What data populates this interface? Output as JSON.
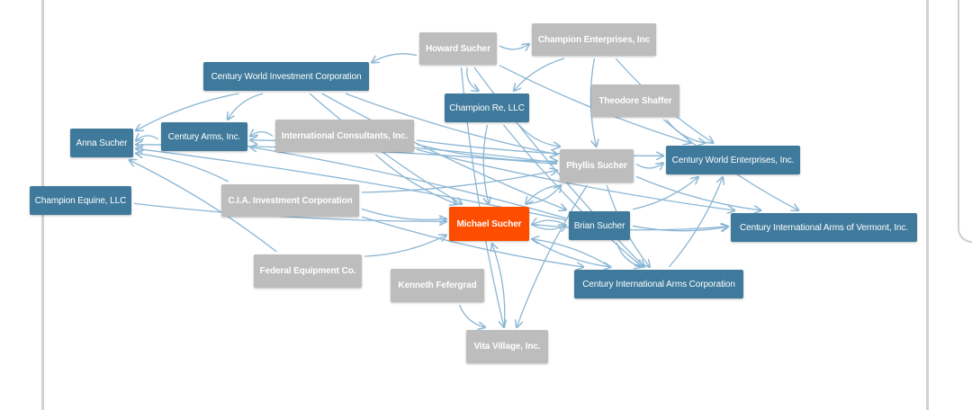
{
  "nodes": [
    {
      "id": "howard_sucher",
      "label": "Howard Sucher",
      "kind": "person"
    },
    {
      "id": "champion_enterprises",
      "label": "Champion Enterprises, Inc",
      "kind": "person"
    },
    {
      "id": "century_world_investment",
      "label": "Century World Investment Corporation",
      "kind": "org"
    },
    {
      "id": "theodore_shaffer",
      "label": "Theodore Shaffer",
      "kind": "person"
    },
    {
      "id": "champion_re",
      "label": "Champion Re, LLC",
      "kind": "org"
    },
    {
      "id": "anna_sucher",
      "label": "Anna Sucher",
      "kind": "org"
    },
    {
      "id": "century_arms",
      "label": "Century Arms, Inc.",
      "kind": "org"
    },
    {
      "id": "international_consultants",
      "label": "International Consultants, Inc.",
      "kind": "person"
    },
    {
      "id": "phyllis_sucher",
      "label": "Phyllis Sucher",
      "kind": "person"
    },
    {
      "id": "century_world_enterprises",
      "label": "Century World Enterprises, Inc.",
      "kind": "org"
    },
    {
      "id": "champion_equine",
      "label": "Champion Equine, LLC",
      "kind": "org"
    },
    {
      "id": "cia_investment",
      "label": "C.I.A. Investment Corporation",
      "kind": "person"
    },
    {
      "id": "michael_sucher",
      "label": "Michael Sucher",
      "kind": "focus"
    },
    {
      "id": "brian_sucher",
      "label": "Brian Sucher",
      "kind": "org"
    },
    {
      "id": "century_intl_arms_vermont",
      "label": "Century International Arms of Vermont, Inc.",
      "kind": "org"
    },
    {
      "id": "federal_equipment",
      "label": "Federal Equipment Co.",
      "kind": "person"
    },
    {
      "id": "kenneth_fefergrad",
      "label": "Kenneth Fefergrad",
      "kind": "person"
    },
    {
      "id": "century_intl_arms_corp",
      "label": "Century International Arms Corporation",
      "kind": "org"
    },
    {
      "id": "vita_village",
      "label": "Vita Village, Inc.",
      "kind": "person"
    }
  ],
  "edges": [
    [
      "howard_sucher",
      "century_world_investment"
    ],
    [
      "howard_sucher",
      "champion_enterprises"
    ],
    [
      "champion_enterprises",
      "champion_re"
    ],
    [
      "champion_enterprises",
      "century_world_enterprises"
    ],
    [
      "champion_enterprises",
      "phyllis_sucher"
    ],
    [
      "howard_sucher",
      "century_world_enterprises"
    ],
    [
      "howard_sucher",
      "champion_re"
    ],
    [
      "howard_sucher",
      "vita_village"
    ],
    [
      "howard_sucher",
      "century_intl_arms_corp"
    ],
    [
      "century_world_investment",
      "century_arms"
    ],
    [
      "century_world_investment",
      "anna_sucher"
    ],
    [
      "century_world_investment",
      "michael_sucher"
    ],
    [
      "century_world_investment",
      "brian_sucher"
    ],
    [
      "century_world_investment",
      "phyllis_sucher"
    ],
    [
      "theodore_shaffer",
      "century_world_enterprises"
    ],
    [
      "theodore_shaffer",
      "century_intl_arms_vermont"
    ],
    [
      "champion_re",
      "michael_sucher"
    ],
    [
      "champion_re",
      "phyllis_sucher"
    ],
    [
      "champion_re",
      "century_intl_arms_corp"
    ],
    [
      "century_arms",
      "anna_sucher"
    ],
    [
      "international_consultants",
      "century_arms"
    ],
    [
      "international_consultants",
      "michael_sucher"
    ],
    [
      "international_consultants",
      "phyllis_sucher"
    ],
    [
      "international_consultants",
      "century_world_enterprises"
    ],
    [
      "international_consultants",
      "century_intl_arms_vermont"
    ],
    [
      "phyllis_sucher",
      "anna_sucher"
    ],
    [
      "phyllis_sucher",
      "century_arms"
    ],
    [
      "phyllis_sucher",
      "michael_sucher"
    ],
    [
      "phyllis_sucher",
      "century_world_enterprises"
    ],
    [
      "phyllis_sucher",
      "century_intl_arms_vermont"
    ],
    [
      "phyllis_sucher",
      "vita_village"
    ],
    [
      "phyllis_sucher",
      "century_intl_arms_corp"
    ],
    [
      "champion_equine",
      "michael_sucher"
    ],
    [
      "cia_investment",
      "anna_sucher"
    ],
    [
      "cia_investment",
      "michael_sucher"
    ],
    [
      "cia_investment",
      "phyllis_sucher"
    ],
    [
      "cia_investment",
      "century_intl_arms_corp"
    ],
    [
      "brian_sucher",
      "michael_sucher"
    ],
    [
      "michael_sucher",
      "brian_sucher"
    ],
    [
      "brian_sucher",
      "century_world_enterprises"
    ],
    [
      "brian_sucher",
      "century_intl_arms_vermont"
    ],
    [
      "brian_sucher",
      "century_intl_arms_corp"
    ],
    [
      "brian_sucher",
      "anna_sucher"
    ],
    [
      "brian_sucher",
      "century_arms"
    ],
    [
      "federal_equipment",
      "anna_sucher"
    ],
    [
      "federal_equipment",
      "michael_sucher"
    ],
    [
      "kenneth_fefergrad",
      "vita_village"
    ],
    [
      "vita_village",
      "michael_sucher"
    ],
    [
      "michael_sucher",
      "phyllis_sucher"
    ],
    [
      "michael_sucher",
      "century_intl_arms_corp"
    ],
    [
      "michael_sucher",
      "century_intl_arms_vermont"
    ],
    [
      "century_intl_arms_corp",
      "century_world_enterprises"
    ],
    [
      "century_intl_arms_corp",
      "michael_sucher"
    ]
  ],
  "colors": {
    "org": "#3f7a9c",
    "person": "#bdbdbd",
    "focus": "#ff4d00",
    "edge": "#8ab6d4"
  }
}
